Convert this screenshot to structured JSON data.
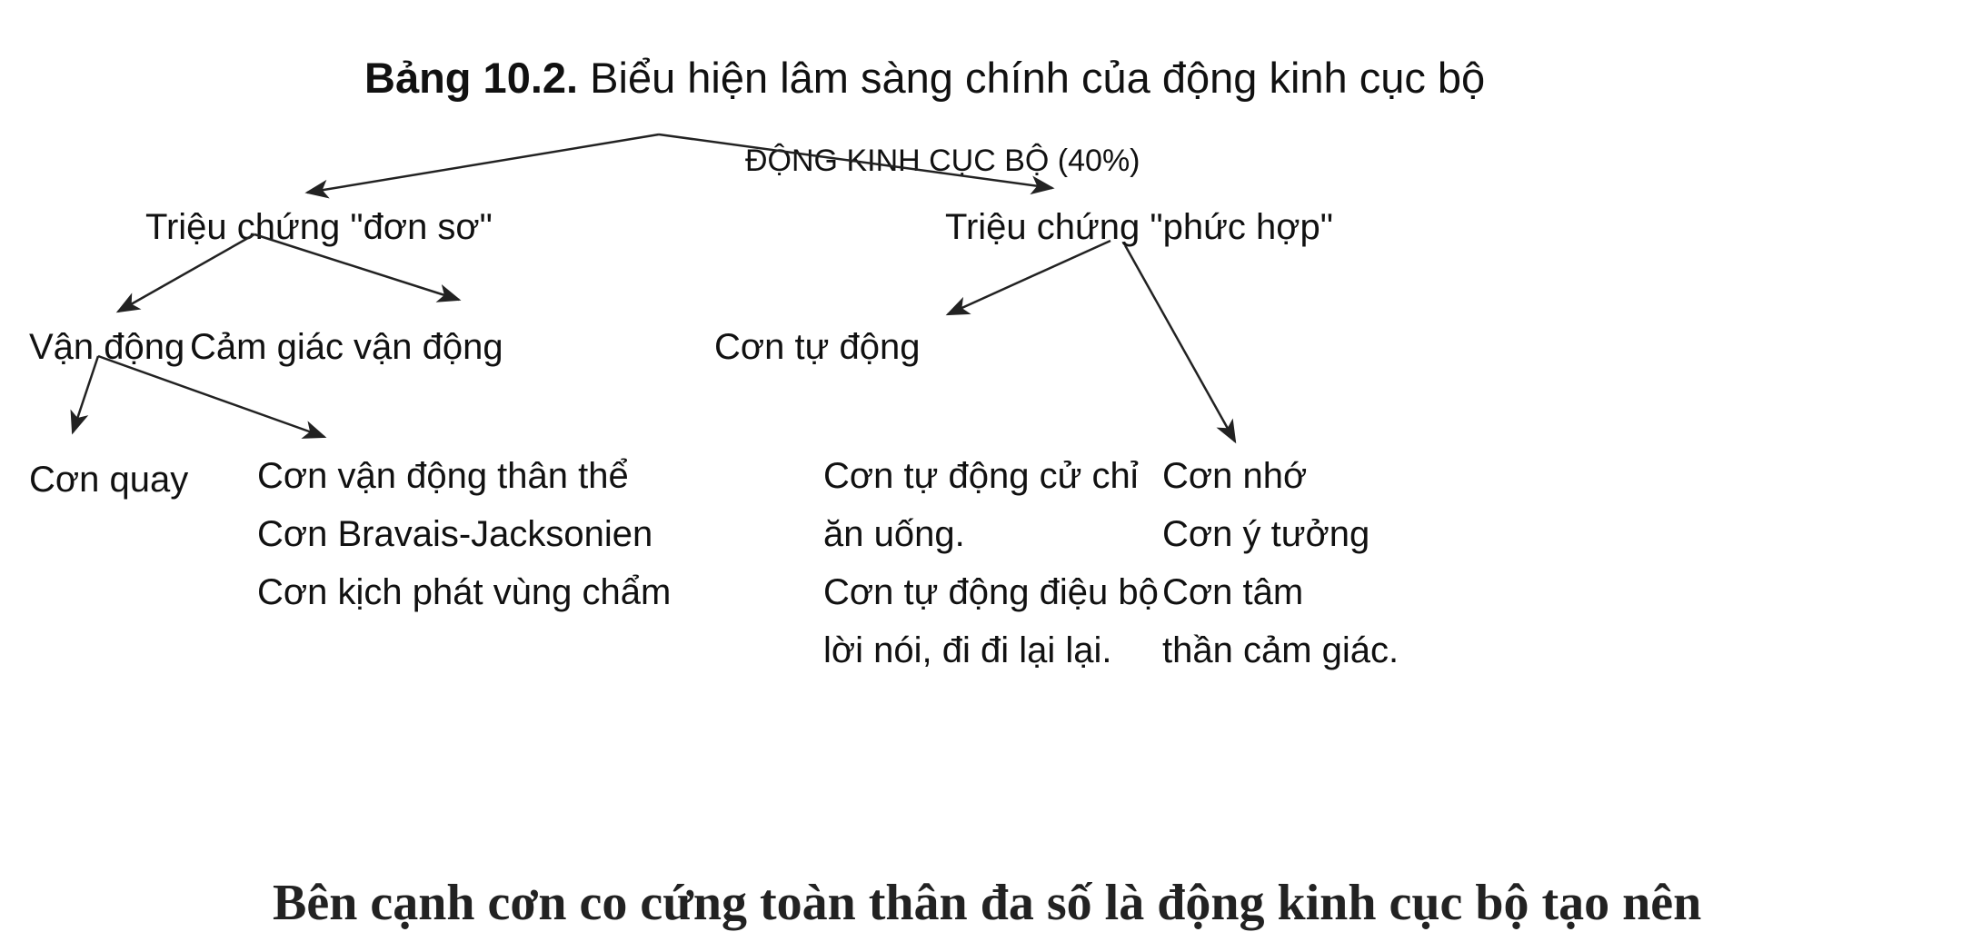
{
  "caption": {
    "label": "Bảng 10.2.",
    "text": " Biểu hiện lâm sàng chính của động kinh cục bộ"
  },
  "root": "ĐỘNG KINH CỤC BỘ (40%)",
  "nodes": {
    "simple": "Triệu chứng \"đơn sơ\"",
    "complex": "Triệu chứng \"phức hợp\"",
    "motor": "Vận động",
    "sensory_motor": "Cảm giác vận động",
    "automatism": "Cơn tự động",
    "rotation": "Cơn quay"
  },
  "leaf_blocks": {
    "somatic": [
      "Cơn vận động thân thể",
      "Cơn Bravais-Jacksonien",
      "Cơn kịch phát vùng chẩm"
    ],
    "automatism_types": [
      "Cơn tự động cử chỉ",
      "ăn uống.",
      "Cơn tự động điệu bộ",
      "lời nói, đi đi lại lại."
    ],
    "psychic": [
      "Cơn nhớ",
      "Cơn ý tưởng",
      "Cơn tâm",
      "thần cảm giác."
    ]
  },
  "cut_text": "Bên cạnh cơn co cứng toàn thân đa số là động kinh cục bộ tạo nên"
}
